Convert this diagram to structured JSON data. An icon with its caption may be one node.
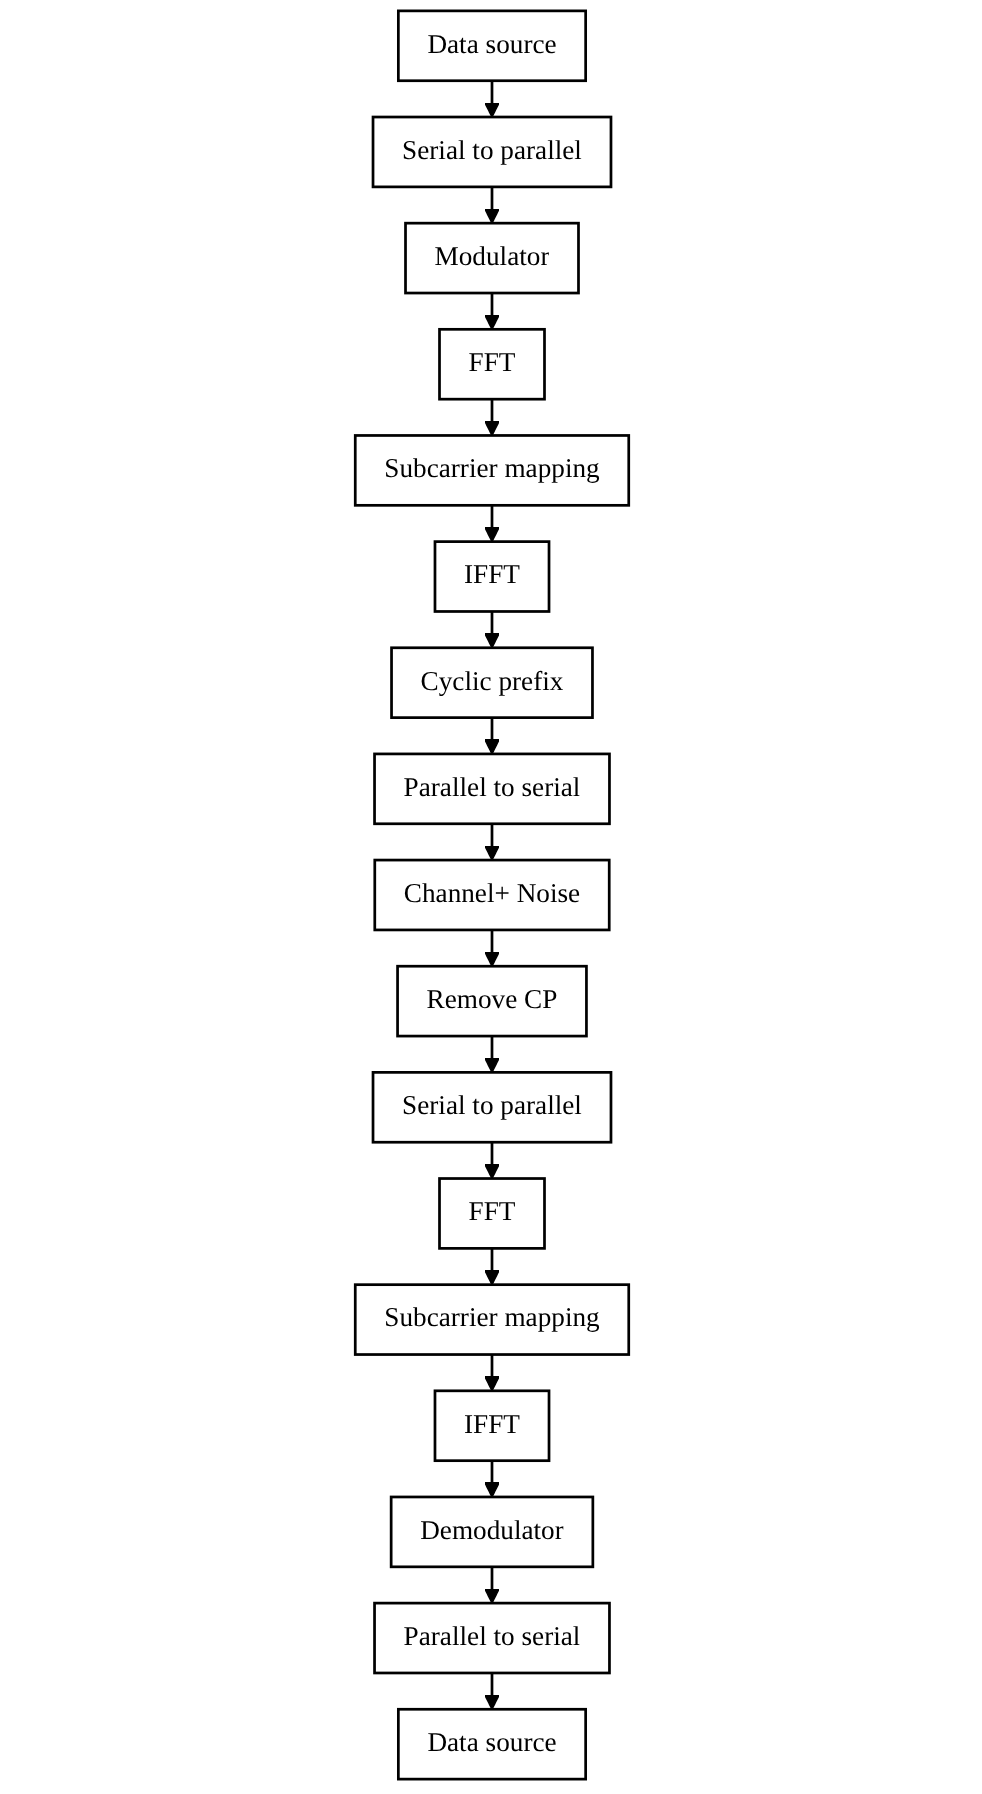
{
  "diagram": {
    "nodes": [
      {
        "text": [
          "Data source"
        ]
      },
      {
        "text": [
          "Serial to parallel"
        ]
      },
      {
        "text": [
          "Modulator"
        ]
      },
      {
        "text": [
          "FFT"
        ]
      },
      {
        "text": [
          "Subcarrier mapping"
        ]
      },
      {
        "text": [
          "IFFT"
        ]
      },
      {
        "text": [
          "Cyclic prefix"
        ]
      },
      {
        "text": [
          "Parallel to serial"
        ]
      },
      {
        "text": [
          "Channel+ Noise"
        ]
      },
      {
        "text": [
          "Remove CP"
        ]
      },
      {
        "text": [
          "Serial to parallel"
        ]
      },
      {
        "text": [
          "FFT"
        ]
      },
      {
        "text": [
          "Subcarrier mapping"
        ]
      },
      {
        "text": [
          "IFFT"
        ]
      },
      {
        "text": [
          "Demodulator"
        ]
      },
      {
        "text": [
          "Parallel to serial"
        ]
      },
      {
        "text": [
          "Data source"
        ]
      }
    ],
    "edges": [
      {
        "from": 0,
        "to": 1,
        "arrow": "to"
      },
      {
        "from": 1,
        "to": 2,
        "arrow": "to"
      },
      {
        "from": 2,
        "to": 3,
        "arrow": "to"
      },
      {
        "from": 3,
        "to": 4,
        "arrow": "to"
      },
      {
        "from": 4,
        "to": 5,
        "arrow": "to"
      },
      {
        "from": 5,
        "to": 6,
        "arrow": "to"
      },
      {
        "from": 6,
        "to": 7,
        "arrow": "to"
      },
      {
        "from": 7,
        "to": 8,
        "arrow": "to"
      },
      {
        "from": 8,
        "to": 9,
        "arrow": "to"
      },
      {
        "from": 9,
        "to": 10,
        "arrow": "to"
      },
      {
        "from": 10,
        "to": 11,
        "arrow": "to"
      },
      {
        "from": 11,
        "to": 12,
        "arrow": "to"
      },
      {
        "from": 12,
        "to": 13,
        "arrow": "to"
      },
      {
        "from": 13,
        "to": 14,
        "arrow": "to"
      },
      {
        "from": 14,
        "to": 15,
        "arrow": "to"
      },
      {
        "from": 15,
        "to": 16,
        "arrow": "to"
      }
    ]
  }
}
